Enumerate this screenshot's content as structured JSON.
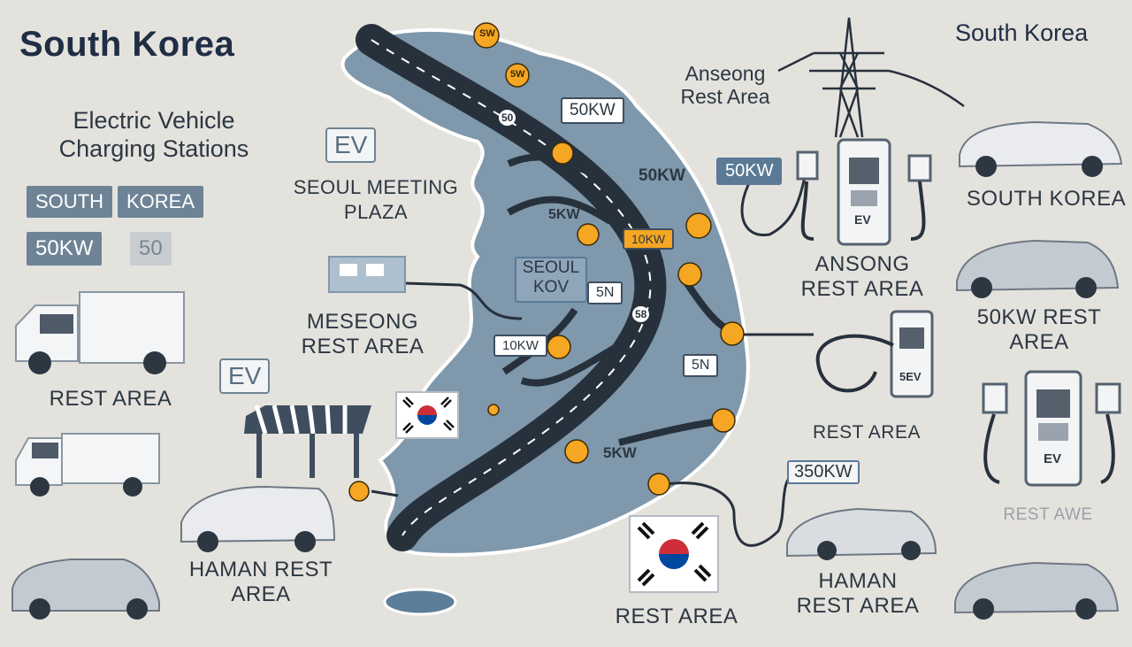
{
  "header": {
    "title": "South Korea",
    "title_right": "South Korea",
    "subtitle": "Electric Vehicle Charging Stations"
  },
  "legend": {
    "pill_south": "SOUTH",
    "pill_korea": "KOREA",
    "pill_50kw": "50KW",
    "pill_50": "50"
  },
  "left_column": {
    "rest_area_1": "REST AREA",
    "ev_tag": "EV",
    "haman": "HAMAN REST AREA"
  },
  "map": {
    "ev_tag": "EV",
    "seoul_plaza": "SEOUL MEETING PLAZA",
    "meseong": "MESEONG REST AREA",
    "seoul_kov_line1": "SEOUL",
    "seoul_kov_line2": "KOV",
    "kw_50_a": "50KW",
    "kw_50_b": "50KW",
    "kw_5_a": "5KW",
    "kw_10_a": "10KW",
    "kw_10_b": "10KW",
    "kw_5_b": "5KW",
    "kw_5n_a": "5N",
    "kw_5n_b": "5N",
    "badge_sw": "SW",
    "badge_5w": "5W",
    "road_num": "50",
    "road_num2": "58"
  },
  "right_column": {
    "anseong_top": "Anseong Rest Area",
    "kw_50_tag": "50KW",
    "ansong": "ANSONG REST AREA",
    "south_korea": "SOUTH KOREA",
    "kw_50_rest": "50KW REST AREA",
    "rest_area_mid": "REST AREA",
    "kw_350": "350KW",
    "rest_area_faded": "REST AWE",
    "haman": "HAMAN REST AREA",
    "rest_area_bottom": "REST AREA",
    "ev_label_1": "EV",
    "ev_label_2": "EV",
    "ev_label_3": "5EV"
  },
  "colors": {
    "background": "#e4e2dd",
    "sea": "#7f98ac",
    "road": "#27313c",
    "charger_badge": "#f5a623",
    "accent": "#5a7a96",
    "flag_red": "#cd2e3a",
    "flag_blue": "#0047a0"
  }
}
